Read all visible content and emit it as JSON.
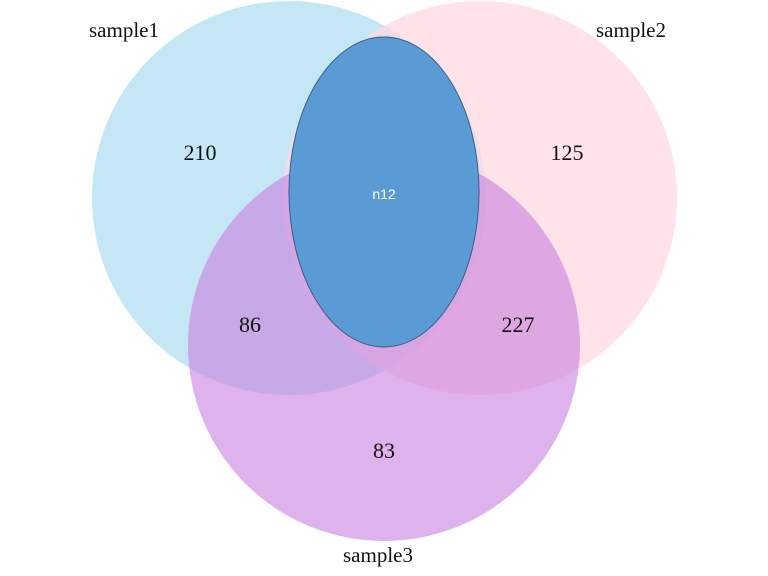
{
  "diagram": {
    "type": "venn",
    "sets": [
      {
        "name": "sample1",
        "color": "#c4e6f5"
      },
      {
        "name": "sample2",
        "color": "#ffd9e1"
      },
      {
        "name": "sample3",
        "color": "#c983e0"
      }
    ],
    "regions": {
      "sample1_only": "210",
      "sample2_only": "125",
      "sample3_only": "83",
      "sample1_sample3": "86",
      "sample2_sample3": "227"
    },
    "center_ellipse": {
      "label": "n12",
      "color": "#5b9bd5",
      "stroke": "#3a5f8a"
    }
  }
}
